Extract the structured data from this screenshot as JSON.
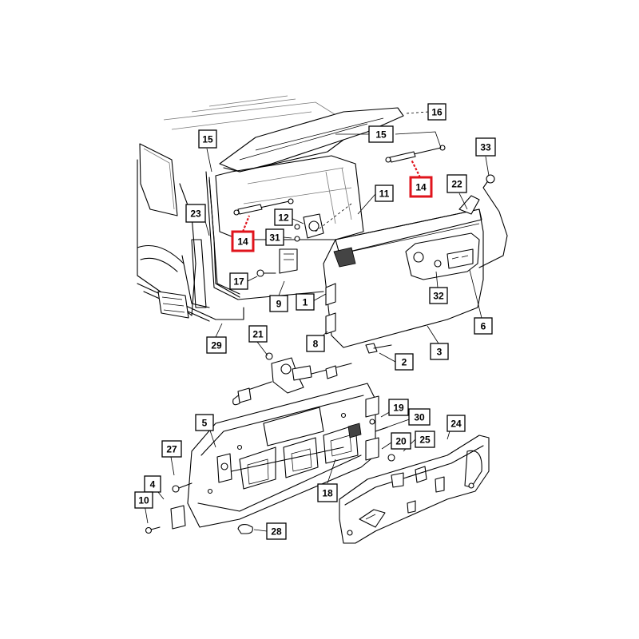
{
  "diagram": {
    "highlight_color": "#e0141c",
    "callouts": [
      {
        "id": "c16",
        "label": "16",
        "highlighted": false
      },
      {
        "id": "c15a",
        "label": "15",
        "highlighted": false
      },
      {
        "id": "c15b",
        "label": "15",
        "highlighted": false
      },
      {
        "id": "c33",
        "label": "33",
        "highlighted": false
      },
      {
        "id": "c14a",
        "label": "14",
        "highlighted": true
      },
      {
        "id": "c14b",
        "label": "14",
        "highlighted": true
      },
      {
        "id": "c22",
        "label": "22",
        "highlighted": false
      },
      {
        "id": "c11",
        "label": "11",
        "highlighted": false
      },
      {
        "id": "c12",
        "label": "12",
        "highlighted": false
      },
      {
        "id": "c23",
        "label": "23",
        "highlighted": false
      },
      {
        "id": "c31",
        "label": "31",
        "highlighted": false
      },
      {
        "id": "c17",
        "label": "17",
        "highlighted": false
      },
      {
        "id": "c9",
        "label": "9",
        "highlighted": false
      },
      {
        "id": "c1",
        "label": "1",
        "highlighted": false
      },
      {
        "id": "c32",
        "label": "32",
        "highlighted": false
      },
      {
        "id": "c6",
        "label": "6",
        "highlighted": false
      },
      {
        "id": "c29",
        "label": "29",
        "highlighted": false
      },
      {
        "id": "c21",
        "label": "21",
        "highlighted": false
      },
      {
        "id": "c8",
        "label": "8",
        "highlighted": false
      },
      {
        "id": "c3",
        "label": "3",
        "highlighted": false
      },
      {
        "id": "c2",
        "label": "2",
        "highlighted": false
      },
      {
        "id": "c19",
        "label": "19",
        "highlighted": false
      },
      {
        "id": "c30",
        "label": "30",
        "highlighted": false
      },
      {
        "id": "c5",
        "label": "5",
        "highlighted": false
      },
      {
        "id": "c24",
        "label": "24",
        "highlighted": false
      },
      {
        "id": "c20",
        "label": "20",
        "highlighted": false
      },
      {
        "id": "c25",
        "label": "25",
        "highlighted": false
      },
      {
        "id": "c27",
        "label": "27",
        "highlighted": false
      },
      {
        "id": "c4",
        "label": "4",
        "highlighted": false
      },
      {
        "id": "c10",
        "label": "10",
        "highlighted": false
      },
      {
        "id": "c18",
        "label": "18",
        "highlighted": false
      },
      {
        "id": "c28",
        "label": "28",
        "highlighted": false
      }
    ]
  }
}
